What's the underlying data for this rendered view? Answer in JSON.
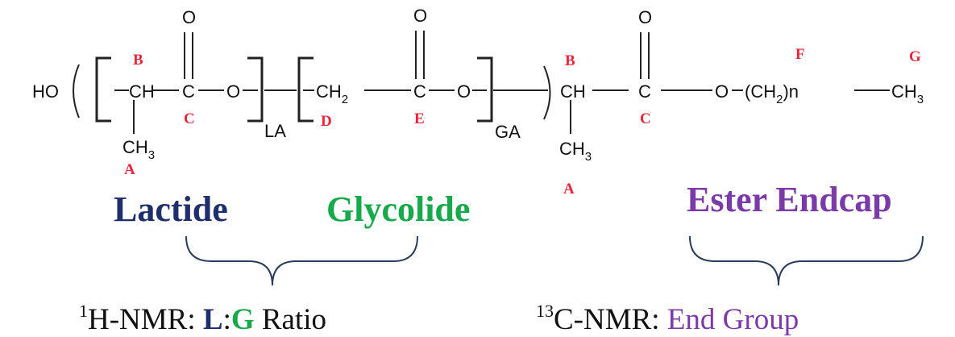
{
  "colors": {
    "label_red": "#e8253a",
    "lactide_blue": "#1f2f6b",
    "glycolide_green": "#17a94c",
    "endcap_purple": "#7a3aa8",
    "ink": "#111111"
  },
  "structure": {
    "ho": "HO",
    "ch": "CH",
    "c": "C",
    "o": "O",
    "ch2_main": "CH",
    "sub_2": "2",
    "ch3_main": "CH",
    "sub_3": "3",
    "la": "LA",
    "ga": "GA",
    "endcap_open": "(CH",
    "endcap_close": ")n",
    "terminal_ch": "CH"
  },
  "labels": {
    "a": "A",
    "b": "B",
    "c": "C",
    "d": "D",
    "e": "E",
    "f": "F",
    "g": "G"
  },
  "sections": {
    "lactide": "Lactide",
    "glycolide": "Glycolide",
    "endcap": "Ester Endcap"
  },
  "captions": {
    "left_sup": "1",
    "left_main": "H-NMR: ",
    "left_l": "L",
    "left_colon": ":",
    "left_g": "G",
    "left_ratio": " Ratio",
    "right_sup": "13",
    "right_main": "C-NMR: ",
    "right_end": "End Group"
  }
}
